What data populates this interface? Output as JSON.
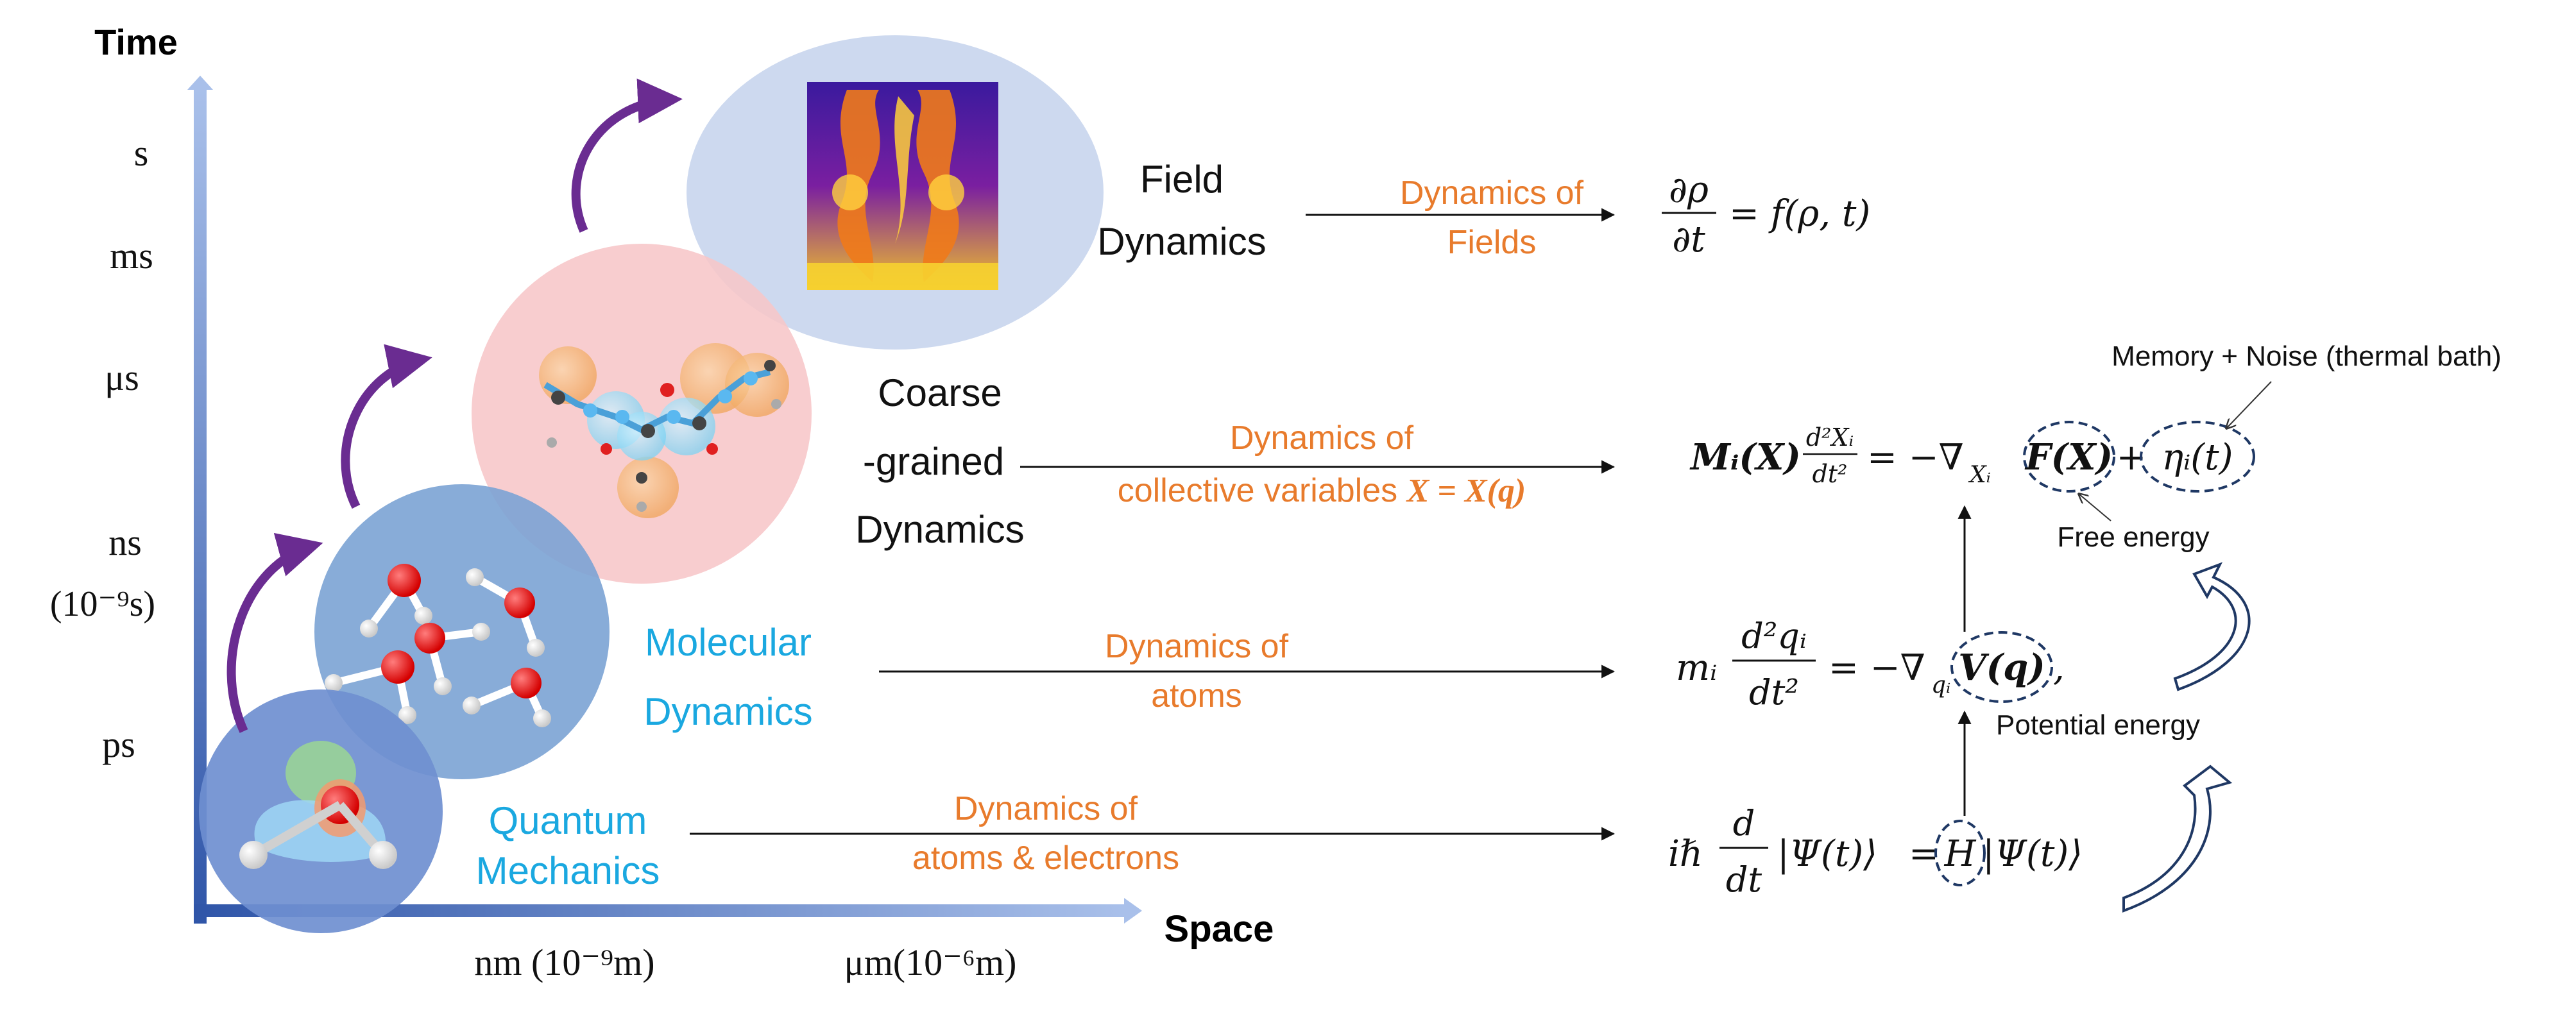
{
  "axes": {
    "time_label": "Time",
    "space_label": "Space",
    "time_ticks": [
      "s",
      "ms",
      "μs",
      "ns",
      "(10⁻⁹s)",
      "ps"
    ],
    "space_ticks": [
      "nm (10⁻⁹m)",
      "μm(10⁻⁶m)"
    ]
  },
  "scales": {
    "quantum": [
      "Quantum",
      "Mechanics"
    ],
    "molecular": [
      "Molecular",
      "Dynamics"
    ],
    "coarse": [
      "Coarse",
      "-grained",
      "Dynamics"
    ],
    "field": [
      "Field",
      "Dynamics"
    ]
  },
  "arrow_labels": {
    "quantum": [
      "Dynamics of",
      "atoms & electrons"
    ],
    "molecular": [
      "Dynamics of",
      "atoms"
    ],
    "coarse": [
      "Dynamics of",
      "collective variables ",
      "X = X(q)"
    ],
    "field": [
      "Dynamics of",
      "Fields"
    ]
  },
  "equations": {
    "field": {
      "partial": "∂",
      "rho": "ρ",
      "t": "t",
      "rhs": "= f(ρ, t)"
    },
    "coarse": {
      "lhs": "Mᵢ(X)",
      "num": "d²Xᵢ",
      "den": "dt²",
      "rhs1": "= −∇",
      "sub": "Xᵢ",
      "F": "F(X)",
      "plus": "+",
      "eta": "ηᵢ(t)"
    },
    "molecular": {
      "m": "mᵢ",
      "num": "d²qᵢ",
      "den": "dt²",
      "rhs1": "= −∇",
      "sub": "qᵢ",
      "V": "V(q)",
      "comma": ","
    },
    "quantum": {
      "ih": "iℏ",
      "num": "d",
      "den": "dt",
      "psi1": "|Ψ(t)⟩",
      "eq": "=",
      "H": "H",
      "psi2": "|Ψ(t)⟩"
    }
  },
  "annotations": {
    "memory_noise": "Memory + Noise (thermal bath)",
    "free_energy": "Free energy",
    "potential_energy": "Potential energy"
  },
  "colors": {
    "axis": "#5b7fc8",
    "label_blue": "#1aa8e0",
    "label_orange": "#e87b2c",
    "circle_qm": "#6f8fd0",
    "circle_md": "#7ba3d4",
    "circle_cg": "#f7c6c8",
    "circle_field": "#c9d6ee",
    "curve_arrow": "#6a2c91",
    "dark_navy": "#1f3864"
  }
}
